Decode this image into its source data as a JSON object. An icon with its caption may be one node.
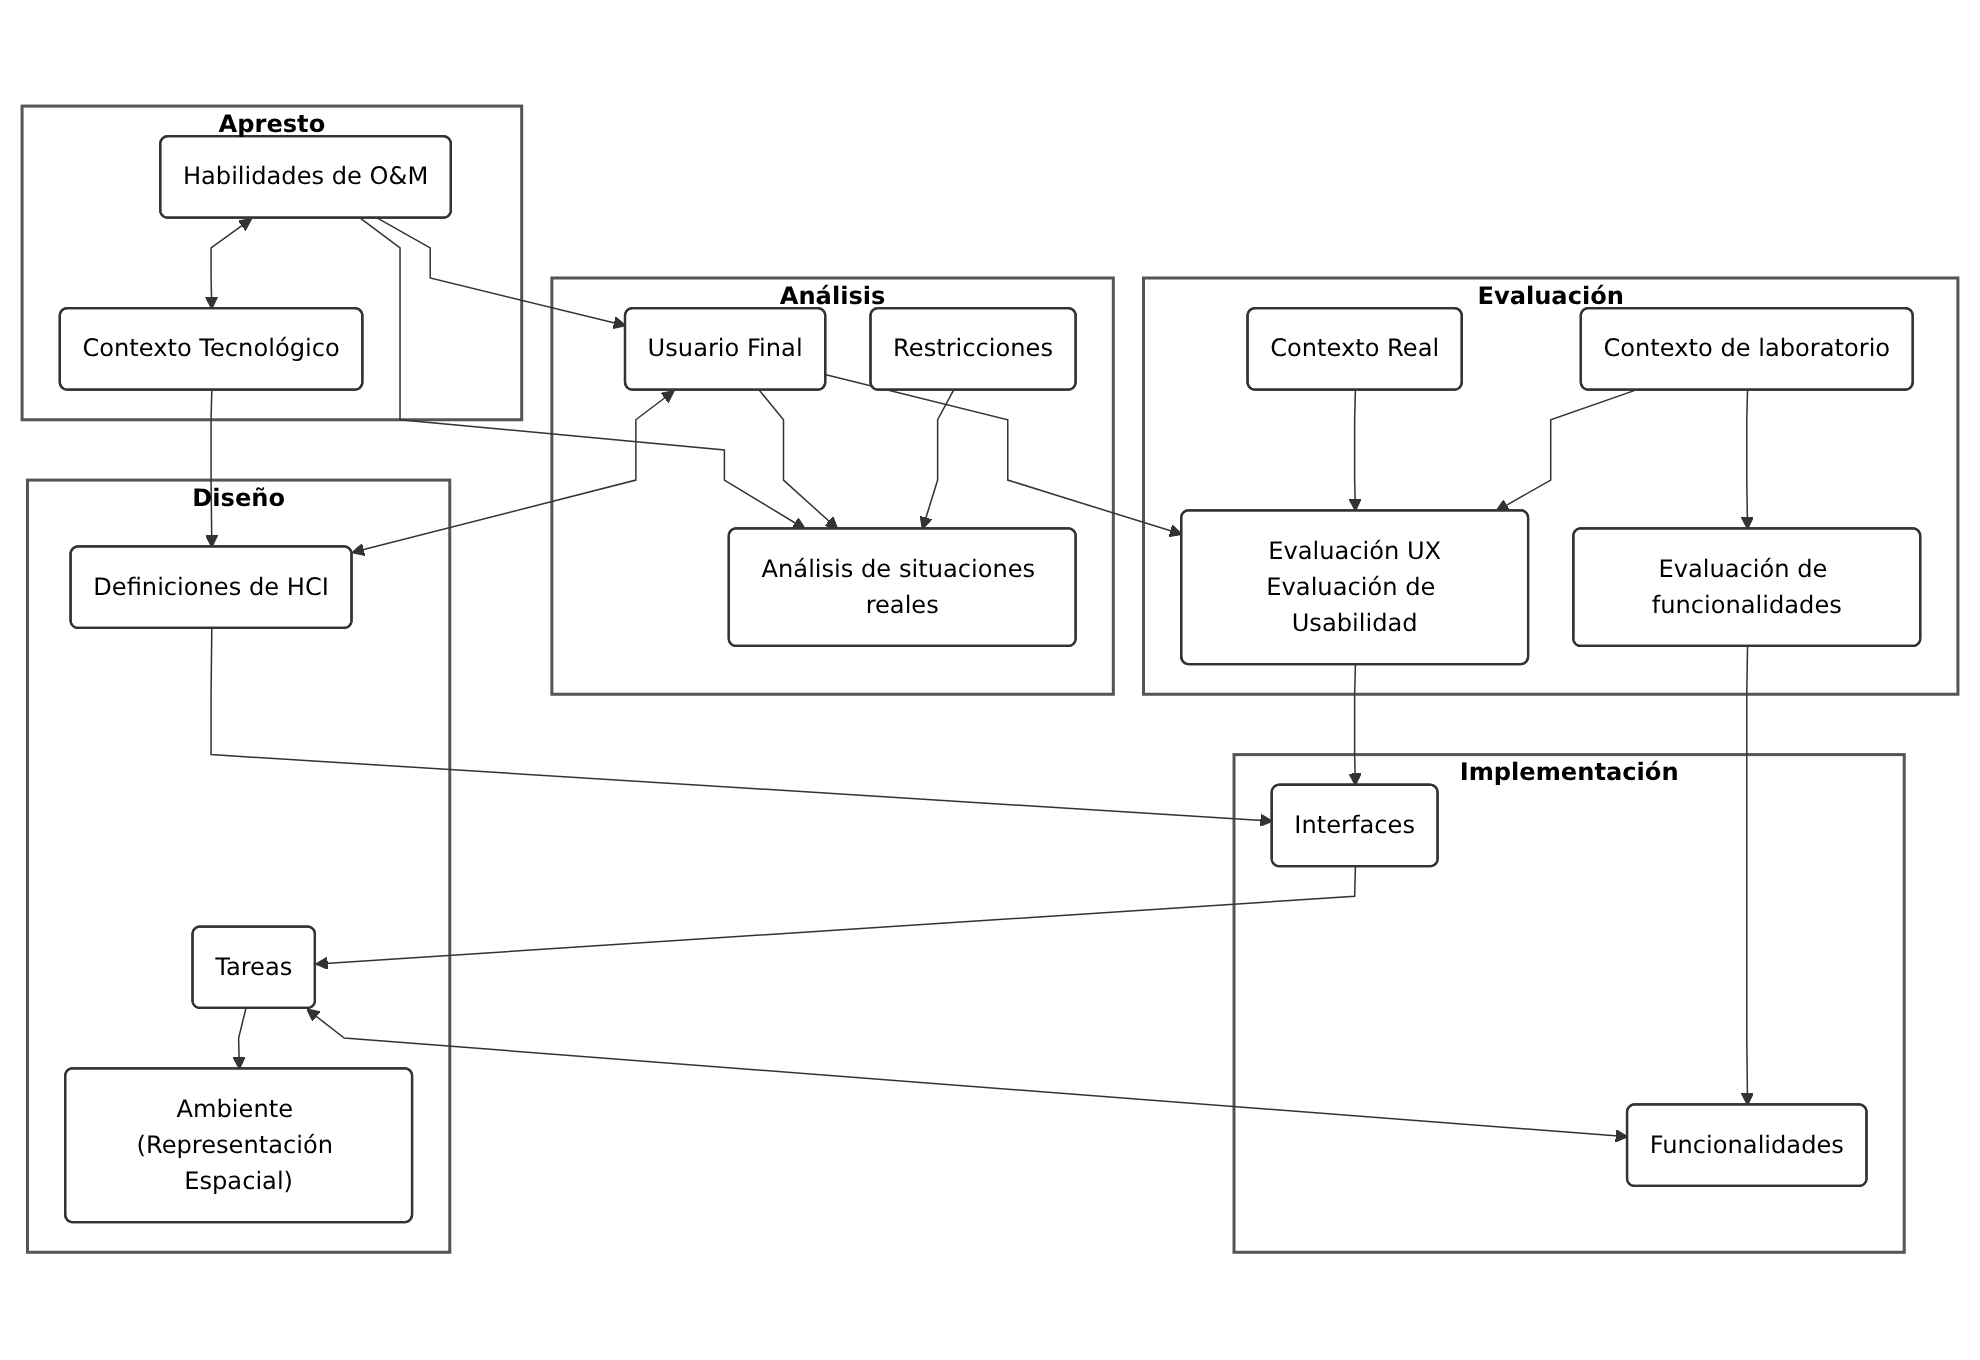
{
  "diagram": {
    "nodes": [
      {
        "text": [
          "Apresto"
        ]
      },
      {
        "text": [
          "Habilidades de O&M"
        ],
        "in": 0
      },
      {
        "text": [
          "Contexto Tecnológico"
        ],
        "in": 0
      },
      {
        "text": [
          "Análisis"
        ]
      },
      {
        "text": [
          "Usuario Final"
        ],
        "in": 3
      },
      {
        "text": [
          "Análisis de situaciones reales"
        ],
        "in": 3
      },
      {
        "text": [
          "Restricciones"
        ],
        "in": 3
      },
      {
        "text": [
          "Diseño"
        ]
      },
      {
        "text": [
          "Definiciones de HCI"
        ],
        "in": 7
      },
      {
        "text": [
          "Tareas"
        ],
        "in": 7
      },
      {
        "text": [
          "Ambiente (Representación Espacial)"
        ],
        "in": 7
      },
      {
        "text": [
          "Implementación"
        ]
      },
      {
        "text": [
          "Interfaces"
        ],
        "in": 11
      },
      {
        "text": [
          "Funcionalidades"
        ],
        "in": 11
      },
      {
        "text": [
          "Evaluación"
        ]
      },
      {
        "text": [
          "Evaluación UX",
          "Evaluación de Usabilidad"
        ],
        "in": 14
      },
      {
        "text": [
          "Evaluación de funcionalidades"
        ],
        "in": 14
      },
      {
        "text": [
          "Contexto Real"
        ],
        "in": 14
      },
      {
        "text": [
          "Contexto de laboratorio"
        ],
        "in": 14
      }
    ],
    "edges": [
      {
        "from": 1,
        "to": 2,
        "arrow": "both"
      },
      {
        "from": 1,
        "to": 4,
        "arrow": "to"
      },
      {
        "from": 1,
        "to": 5,
        "arrow": "to"
      },
      {
        "from": 4,
        "to": 5,
        "arrow": "to"
      },
      {
        "from": 6,
        "to": 5,
        "arrow": "to"
      },
      {
        "from": 2,
        "to": 8,
        "arrow": "to"
      },
      {
        "from": 4,
        "to": 8,
        "arrow": "both"
      },
      {
        "from": 4,
        "to": 15,
        "arrow": "to"
      },
      {
        "from": 8,
        "to": 12,
        "arrow": "to"
      },
      {
        "from": 12,
        "to": 9,
        "arrow": "to"
      },
      {
        "from": 9,
        "to": 10,
        "arrow": "to"
      },
      {
        "from": 9,
        "to": 13,
        "arrow": "both"
      },
      {
        "from": 15,
        "to": 12,
        "arrow": "to"
      },
      {
        "from": 16,
        "to": 13,
        "arrow": "to"
      },
      {
        "from": 17,
        "to": 15,
        "arrow": "to"
      },
      {
        "from": 18,
        "to": 15,
        "arrow": "to"
      },
      {
        "from": 18,
        "to": 16,
        "arrow": "to"
      }
    ]
  }
}
